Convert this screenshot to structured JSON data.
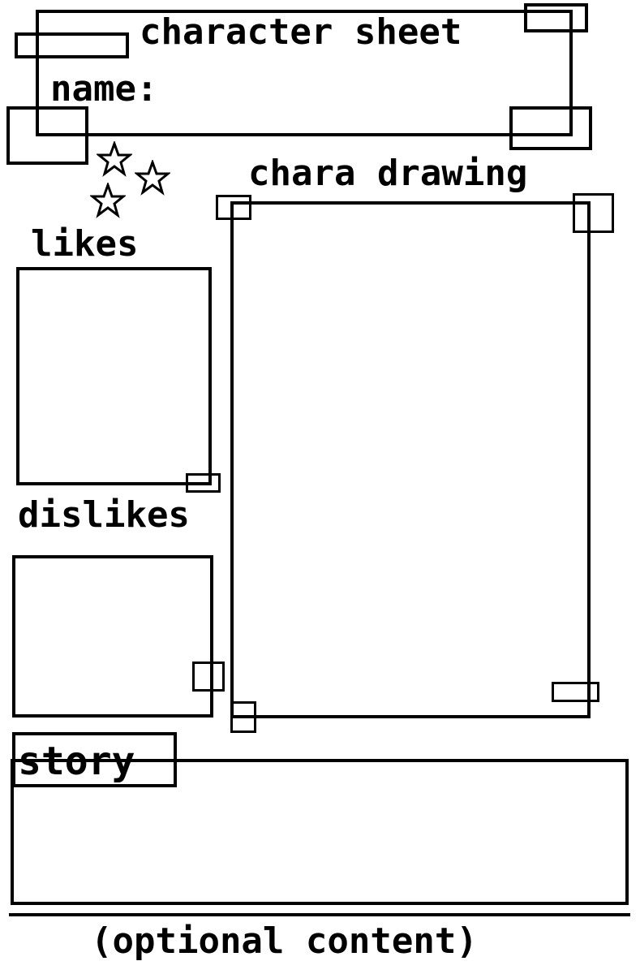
{
  "sheet": {
    "title": "character sheet",
    "name_label": "name:",
    "drawing_label": "chara drawing",
    "likes_label": "likes",
    "dislikes_label": "dislikes",
    "story_label": "story",
    "footer_note": "(optional content)"
  },
  "colors": {
    "ink": "#000000",
    "paper": "#ffffff"
  },
  "decorations": {
    "icons": [
      "star-icon",
      "star-icon",
      "star-icon"
    ]
  }
}
